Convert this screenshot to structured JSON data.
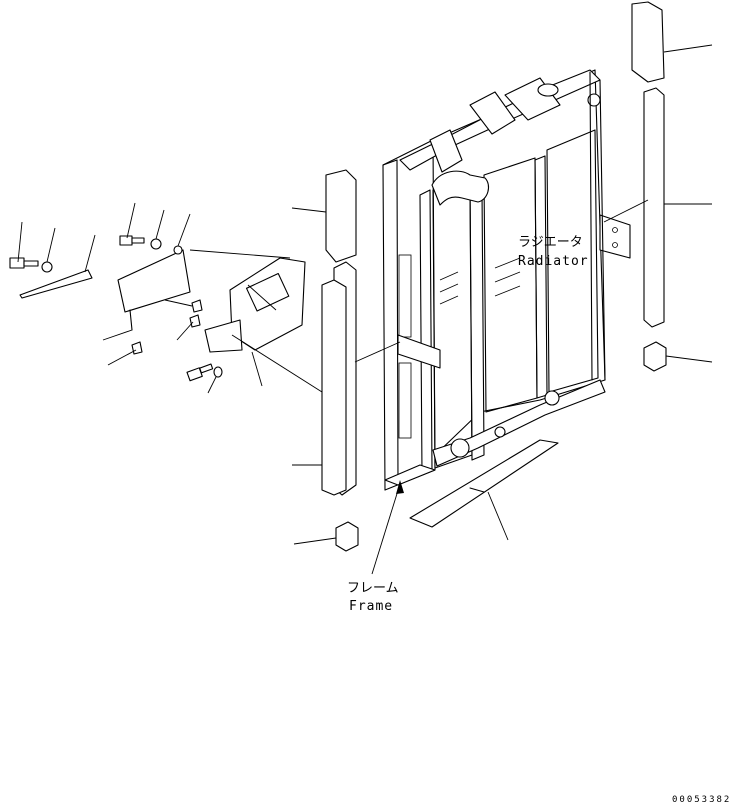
{
  "labels": {
    "radiator_jp": "ラジエータ",
    "radiator_en": "Radiator",
    "frame_jp": "フレーム",
    "frame_en": "Frame",
    "drawing_code": "00053382"
  },
  "colors": {
    "line": "#000000",
    "background": "#ffffff"
  }
}
